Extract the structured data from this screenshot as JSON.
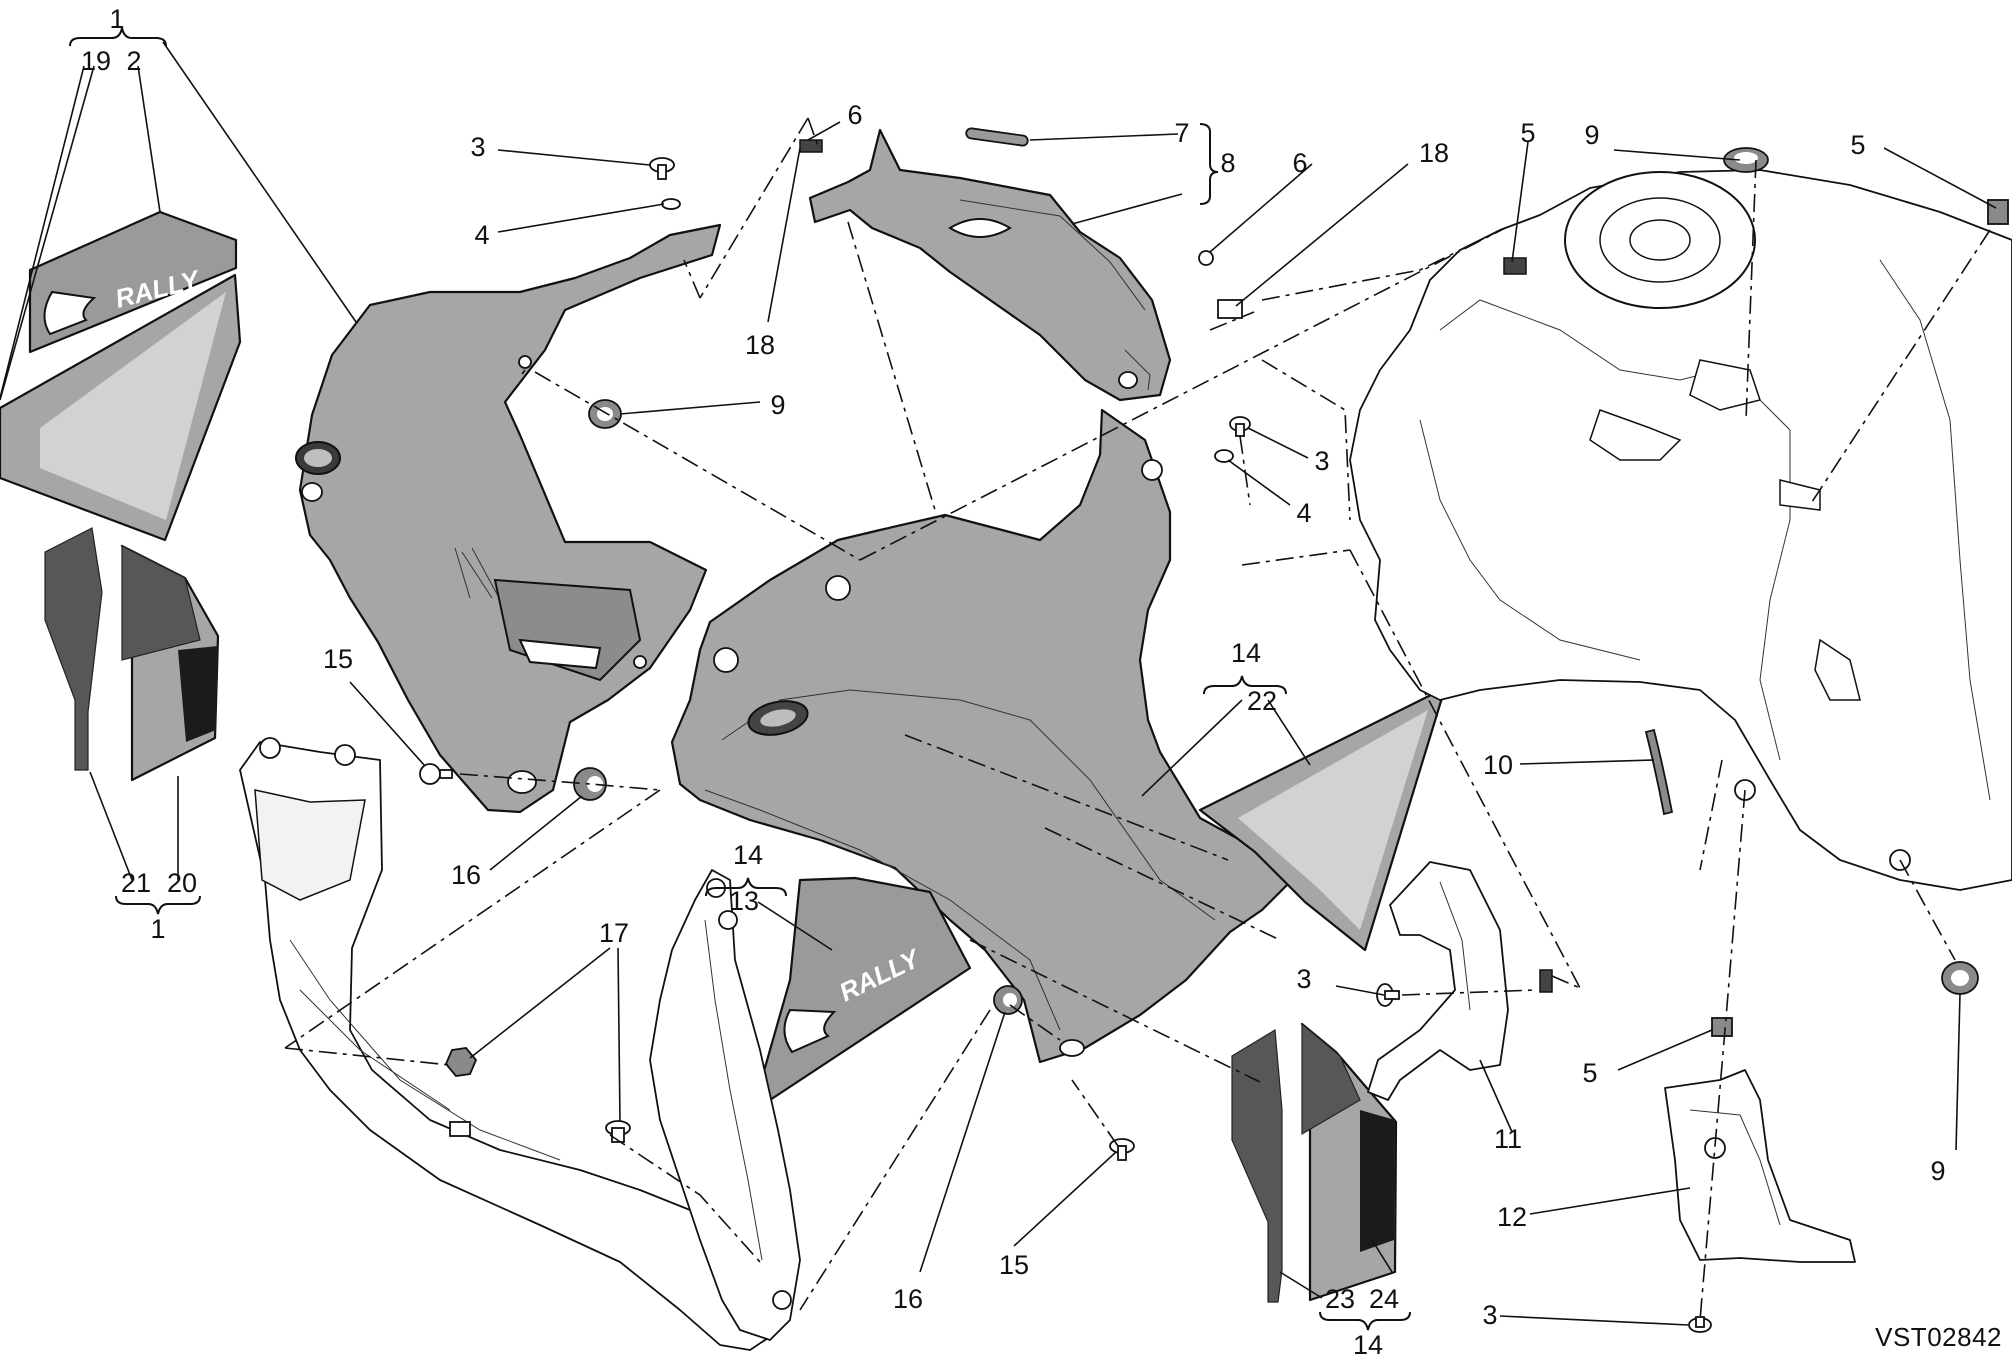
{
  "drawing_code": "VST02842",
  "decal_text": "RALLY",
  "callouts": [
    {
      "id": "c1-top",
      "text": "1"
    },
    {
      "id": "c19",
      "text": "19"
    },
    {
      "id": "c2",
      "text": "2"
    },
    {
      "id": "c3-a",
      "text": "3"
    },
    {
      "id": "c4-a",
      "text": "4"
    },
    {
      "id": "c6-a",
      "text": "6"
    },
    {
      "id": "c18-a",
      "text": "18"
    },
    {
      "id": "c7",
      "text": "7"
    },
    {
      "id": "c8",
      "text": "8"
    },
    {
      "id": "c6-b",
      "text": "6"
    },
    {
      "id": "c18-b",
      "text": "18"
    },
    {
      "id": "c5-a",
      "text": "5"
    },
    {
      "id": "c9-a",
      "text": "9"
    },
    {
      "id": "c5-b",
      "text": "5"
    },
    {
      "id": "c9-b",
      "text": "9"
    },
    {
      "id": "c3-b",
      "text": "3"
    },
    {
      "id": "c4-b",
      "text": "4"
    },
    {
      "id": "c15-a",
      "text": "15"
    },
    {
      "id": "c16-a",
      "text": "16"
    },
    {
      "id": "c21",
      "text": "21"
    },
    {
      "id": "c20",
      "text": "20"
    },
    {
      "id": "c1-bottom",
      "text": "1"
    },
    {
      "id": "c14-a",
      "text": "14"
    },
    {
      "id": "c22",
      "text": "22"
    },
    {
      "id": "c14-b",
      "text": "14"
    },
    {
      "id": "c13",
      "text": "13"
    },
    {
      "id": "c17",
      "text": "17"
    },
    {
      "id": "c10",
      "text": "10"
    },
    {
      "id": "c3-c",
      "text": "3"
    },
    {
      "id": "c5-c",
      "text": "5"
    },
    {
      "id": "c11",
      "text": "11"
    },
    {
      "id": "c9-c",
      "text": "9"
    },
    {
      "id": "c12",
      "text": "12"
    },
    {
      "id": "c16-b",
      "text": "16"
    },
    {
      "id": "c15-b",
      "text": "15"
    },
    {
      "id": "c23",
      "text": "23"
    },
    {
      "id": "c24",
      "text": "24"
    },
    {
      "id": "c14-c",
      "text": "14"
    },
    {
      "id": "c3-d",
      "text": "3"
    }
  ]
}
